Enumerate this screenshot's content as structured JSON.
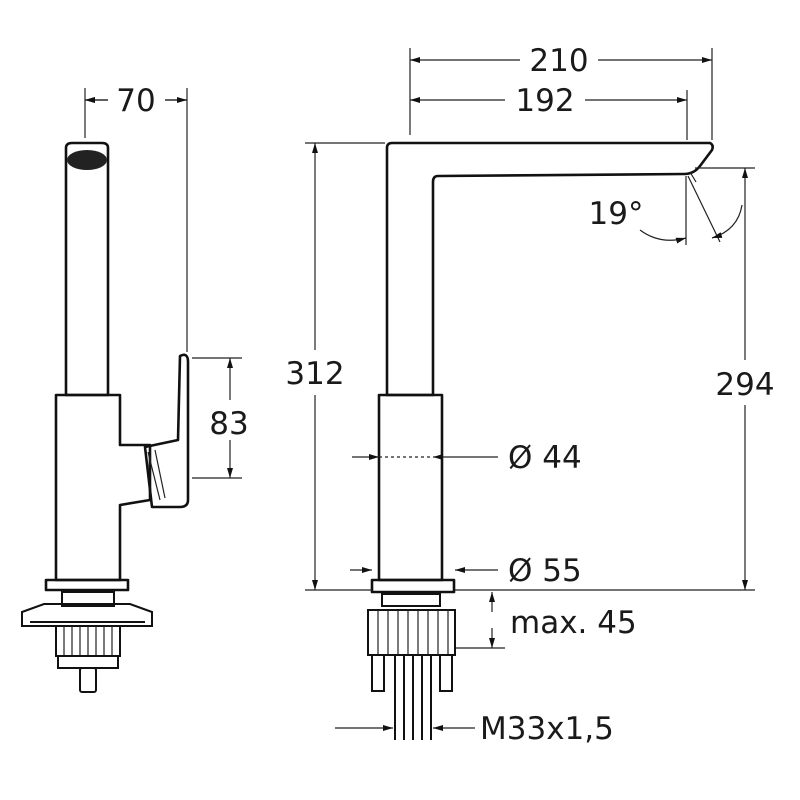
{
  "drawing": {
    "side_view": {
      "width_label": "70",
      "lever_height_label": "83"
    },
    "front_view": {
      "reach_label": "210",
      "spout_reach_label": "192",
      "angle_label": "19°",
      "total_height_label": "312",
      "outlet_height_label": "294",
      "column_diameter_label": "Ø 44",
      "base_diameter_label": "Ø 55",
      "max_thickness_label": "max. 45",
      "thread_label": "M33x1,5"
    }
  }
}
